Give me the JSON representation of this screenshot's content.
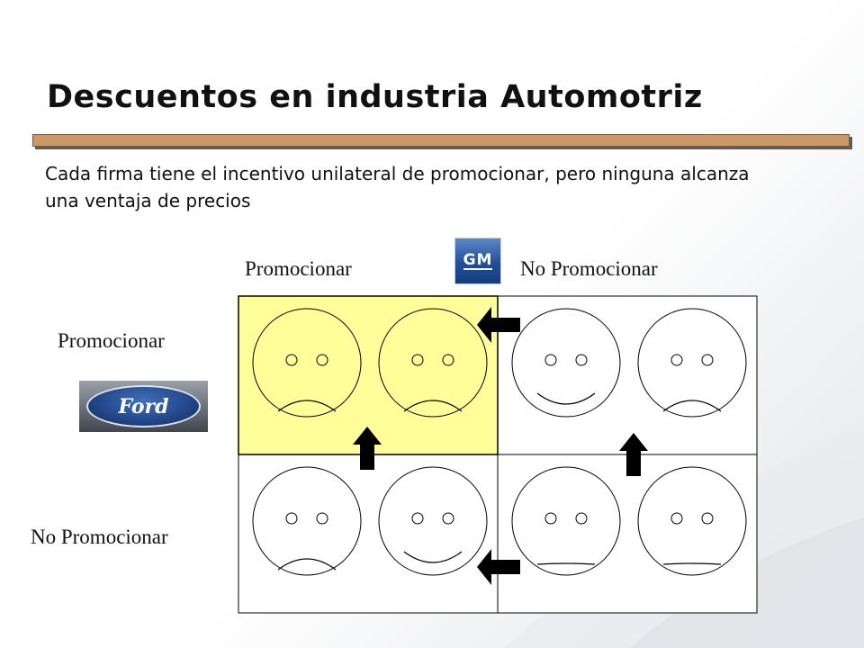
{
  "slide": {
    "title": "Descuentos en industria Automotriz",
    "subtitle": "Cada firma tiene el incentivo unilateral de promocionar, pero ninguna alcanza una ventaja de precios"
  },
  "column_player": {
    "logo_text": "GM",
    "strategies": [
      "Promocionar",
      "No Promocionar"
    ]
  },
  "row_player": {
    "logo_text": "Ford",
    "strategies": [
      "Promocionar",
      "No Promocionar"
    ]
  },
  "payoff_matrix": {
    "cells": [
      {
        "row": 0,
        "col": 0,
        "faces": [
          "sad",
          "sad"
        ],
        "highlighted": true
      },
      {
        "row": 0,
        "col": 1,
        "faces": [
          "happy",
          "sad"
        ],
        "highlighted": false
      },
      {
        "row": 1,
        "col": 0,
        "faces": [
          "sad",
          "happy"
        ],
        "highlighted": false
      },
      {
        "row": 1,
        "col": 1,
        "faces": [
          "neutral",
          "neutral"
        ],
        "highlighted": false
      }
    ],
    "arrows": [
      {
        "from_row": 0,
        "from_col": 1,
        "to_row": 0,
        "to_col": 0,
        "direction": "left"
      },
      {
        "from_row": 1,
        "from_col": 1,
        "to_row": 1,
        "to_col": 0,
        "direction": "left"
      },
      {
        "from_row": 1,
        "from_col": 0,
        "to_row": 0,
        "to_col": 0,
        "direction": "up"
      },
      {
        "from_row": 1,
        "from_col": 1,
        "to_row": 0,
        "to_col": 1,
        "direction": "up"
      }
    ]
  },
  "colors": {
    "highlight_fill": "#ffff99",
    "title_bar": "#cc9966",
    "arrow": "#000000"
  }
}
